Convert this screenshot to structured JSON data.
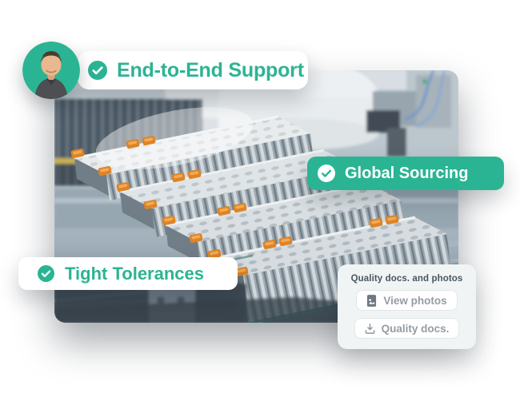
{
  "colors": {
    "teal": "#2cb492",
    "clamp_orange": "#dd8427",
    "card_bg": "#f1f4f4",
    "button_text": "#949da4",
    "card_title_text": "#4a5660"
  },
  "avatar": {
    "name": "support-representative-photo"
  },
  "badges": [
    {
      "label": "End-to-End Support",
      "variant": "light",
      "icon": "check-circle-icon"
    },
    {
      "label": "Global Sourcing",
      "variant": "solid",
      "icon": "check-circle-icon"
    },
    {
      "label": "Tight Tolerances",
      "variant": "light",
      "icon": "check-circle-icon"
    }
  ],
  "photo": {
    "name": "battery-module-production-line-photo"
  },
  "quality_card": {
    "title": "Quality docs. and photos",
    "buttons": [
      {
        "label": "View photos",
        "icon": "image-file-icon"
      },
      {
        "label": "Quality docs.",
        "icon": "download-icon"
      }
    ]
  }
}
